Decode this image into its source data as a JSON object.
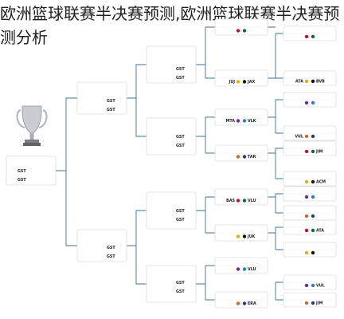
{
  "headline": "欧洲篮球联赛半决赛预测,欧洲篮球联赛半决赛预测分析",
  "final": {
    "label": "",
    "teams": [
      "GST",
      "GST"
    ]
  },
  "semifinals": [
    {
      "teams": [
        "GST",
        "GST"
      ]
    },
    {
      "teams": [
        "GST",
        "GST"
      ]
    }
  ],
  "quarterfinals": [
    {
      "teams": [
        "GST",
        "GST"
      ]
    },
    {
      "teams": [
        "GST",
        "GST"
      ]
    },
    {
      "teams": [
        "GST",
        "GST"
      ]
    },
    {
      "teams": [
        "GST",
        "GST"
      ]
    }
  ],
  "round_of_16": [
    {
      "home": "",
      "away": ""
    },
    {
      "home": "JUJ",
      "away": "JAX"
    },
    {
      "home": "MTA",
      "away": "VLK"
    },
    {
      "home": "",
      "away": "TAR"
    },
    {
      "home": "BAS",
      "away": "VLU"
    },
    {
      "home": "",
      "away": "JUK"
    },
    {
      "home": "",
      "away": "VLU"
    },
    {
      "home": "",
      "away": "ERA"
    }
  ],
  "round_of_32": [
    {
      "home": "",
      "away": ""
    },
    {
      "home": "ATA",
      "away": "BVB"
    },
    {
      "home": "",
      "away": ""
    },
    {
      "home": "VUL",
      "away": ""
    },
    {
      "home": "",
      "away": "JIM"
    },
    {
      "home": "",
      "away": "ACM"
    },
    {
      "home": "",
      "away": ""
    },
    {
      "home": "",
      "away": ""
    },
    {
      "home": "",
      "away": "ATA"
    },
    {
      "home": "",
      "away": ""
    },
    {
      "home": "",
      "away": "VUL"
    },
    {
      "home": "",
      "away": "JIM"
    }
  ],
  "watermark": ""
}
